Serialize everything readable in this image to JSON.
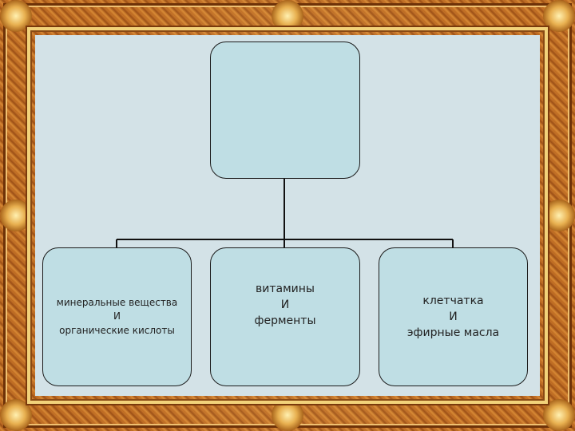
{
  "diagram": {
    "root": {
      "text": ""
    },
    "children": [
      {
        "lines": [
          "минеральные вещества",
          "И",
          "органические кислоты"
        ]
      },
      {
        "lines": [
          "витамины",
          "И",
          "ферменты"
        ]
      },
      {
        "lines": [
          "клетчатка",
          "И",
          "эфирные масла"
        ]
      }
    ]
  },
  "colors": {
    "box_fill": "#bfdee4",
    "canvas": "#d3e2e7",
    "frame": "#b86a24"
  }
}
